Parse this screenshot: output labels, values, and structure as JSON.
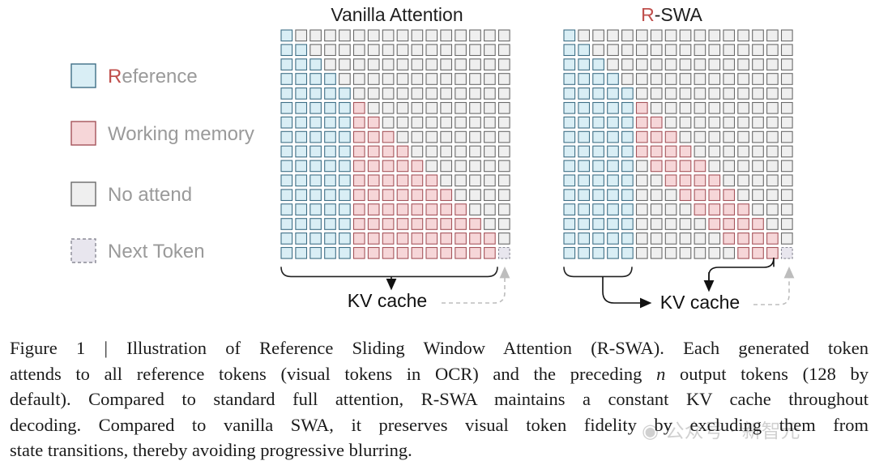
{
  "figure": {
    "panels": [
      {
        "title": "Vanilla Attention",
        "title_highlight": "",
        "title_rest": "Vanilla Attention",
        "mode": "vanilla",
        "kv_label": "KV cache"
      },
      {
        "title": "R-SWA",
        "title_highlight": "R",
        "title_rest": "-SWA",
        "mode": "rswa",
        "kv_label": "KV cache"
      }
    ],
    "legend": [
      {
        "label_highlight": "",
        "label": "Reference",
        "color": "#d9eef5",
        "kind": "reference"
      },
      {
        "label_highlight": "",
        "label": "Working memory",
        "color": "#f6d6d8",
        "kind": "working"
      },
      {
        "label_highlight": "",
        "label": "No attend",
        "color": "#efefef",
        "kind": "none"
      },
      {
        "label_highlight": "",
        "label": "Next Token",
        "color": "#e8e6ee",
        "kind": "next"
      }
    ],
    "legend_first_letter_highlight": "R",
    "legend_first_rest": "eference",
    "highlight_color": "#c0504d",
    "grid_size": 16,
    "reference_columns": 5,
    "window_size": 4
  },
  "caption": {
    "lines": [
      "Figure 1 | Illustration of Reference Sliding Window Attention (R-SWA). Each generated token",
      "attends to all reference tokens (visual tokens in OCR) and the preceding n output tokens (128 by",
      "default). Compared to standard full attention, R-SWA maintains a constant KV cache throughout",
      "decoding. Compared to vanilla SWA, it preserves visual token fidelity by excluding them from",
      "state transitions, thereby avoiding progressive blurring."
    ]
  },
  "watermark": {
    "text": "公众号 · 新智元"
  }
}
